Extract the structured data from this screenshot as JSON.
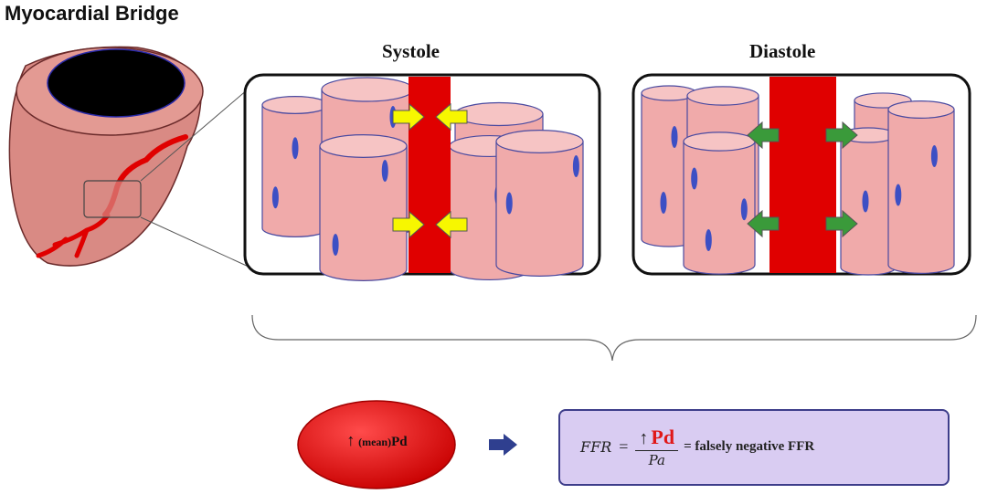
{
  "title": "Myocardial Bridge",
  "panels": {
    "systole": "Systole",
    "diastole": "Diastole"
  },
  "result": {
    "arrow_symbol": "↑",
    "ellipse_prefix": "(mean)",
    "ellipse_label": "Pd"
  },
  "formula": {
    "lhs": "FFR",
    "equals": "=",
    "numerator_arrow": "↑",
    "numerator": "Pd",
    "denominator": "Pa",
    "result": "= falsely negative FFR"
  },
  "colors": {
    "muscle_fill": "#f0aaaa",
    "artery": "#e00000",
    "nucleus": "#3d4fc4",
    "compress_arrow": "#f7f700",
    "relax_arrow": "#3a9a3a",
    "formula_box": "#d9ccf2"
  }
}
